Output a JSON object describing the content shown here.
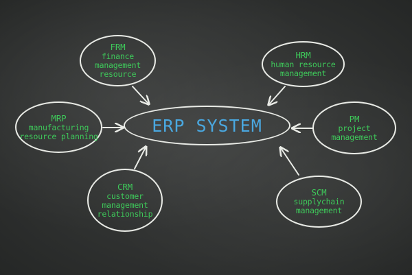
{
  "center": {
    "label": "ERP SYSTEM"
  },
  "nodes": [
    {
      "id": "frm",
      "abbr": "FRM",
      "lines": [
        "finance",
        "management",
        "resource"
      ]
    },
    {
      "id": "hrm",
      "abbr": "HRM",
      "lines": [
        "human resource",
        "management"
      ]
    },
    {
      "id": "mrp",
      "abbr": "MRP",
      "lines": [
        "manufacturing",
        "resource planning"
      ]
    },
    {
      "id": "pm",
      "abbr": "PM",
      "lines": [
        "project",
        "management"
      ]
    },
    {
      "id": "crm",
      "abbr": "CRM",
      "lines": [
        "customer",
        "management",
        "relationship"
      ]
    },
    {
      "id": "scm",
      "abbr": "SCM",
      "lines": [
        "supplychain",
        "management"
      ]
    }
  ],
  "colors": {
    "node_text": "#3ec85a",
    "center_text": "#4aa8e0",
    "chalk": "#e9ebe6",
    "board": "#2f3130"
  }
}
